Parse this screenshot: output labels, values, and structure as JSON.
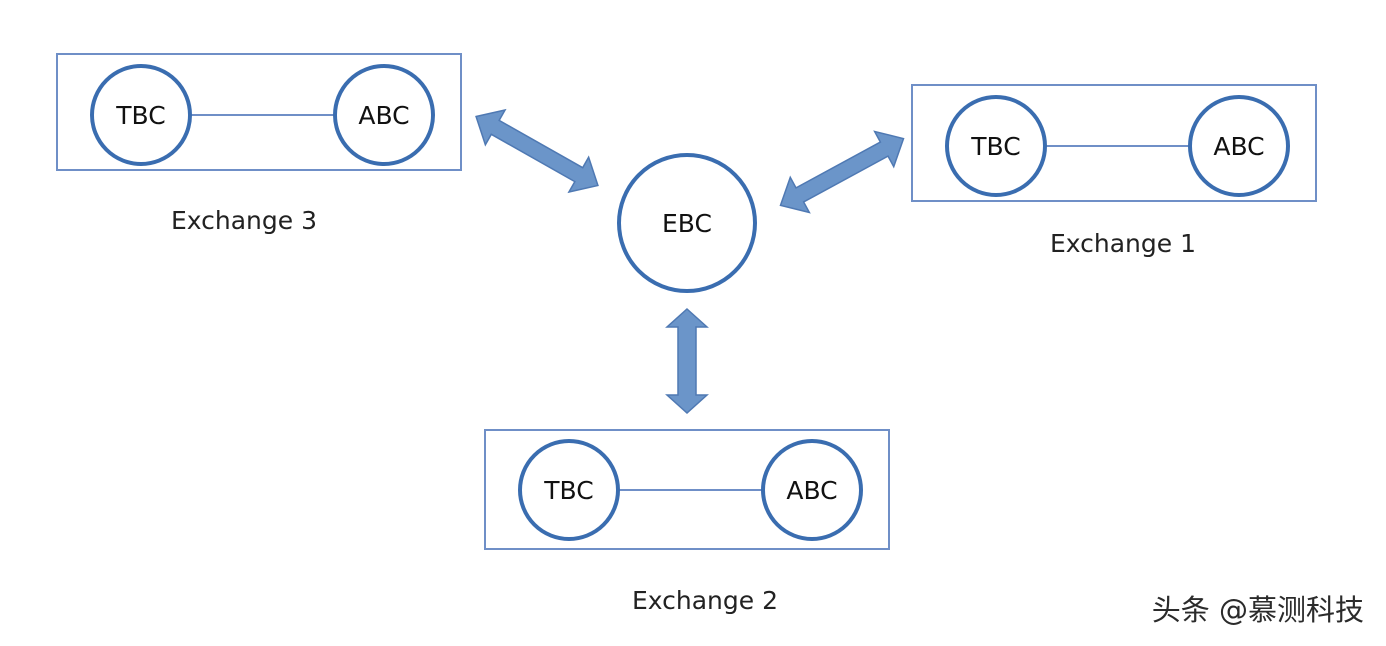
{
  "center": {
    "label": "EBC"
  },
  "exchanges": [
    {
      "caption": "Exchange 3",
      "left_node": "TBC",
      "right_node": "ABC"
    },
    {
      "caption": "Exchange 1",
      "left_node": "TBC",
      "right_node": "ABC"
    },
    {
      "caption": "Exchange 2",
      "left_node": "TBC",
      "right_node": "ABC"
    }
  ],
  "watermark": {
    "text": "头条 @慕测科技"
  },
  "colors": {
    "circle_stroke": "#3a6db0",
    "box_stroke": "#6f8fc7",
    "arrow_fill": "#6b95c9"
  }
}
